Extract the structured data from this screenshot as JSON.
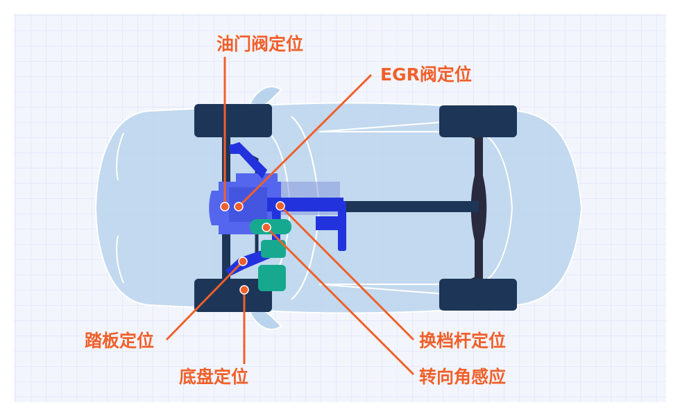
{
  "colors": {
    "accent": "#f0602a",
    "body": "#b9d4ec",
    "tire": "#1d3557",
    "engine": "#2233dd",
    "engine_light": "#5566ee",
    "sensor": "#17a98f",
    "grid": "#dde4f8",
    "grid_bg": "#f3f5fd"
  },
  "callouts": {
    "throttle": "油门阀定位",
    "egr": "EGR阀定位",
    "pedal": "踏板定位",
    "chassis": "底盘定位",
    "shift": "换档杆定位",
    "steering": "转向角感应"
  }
}
